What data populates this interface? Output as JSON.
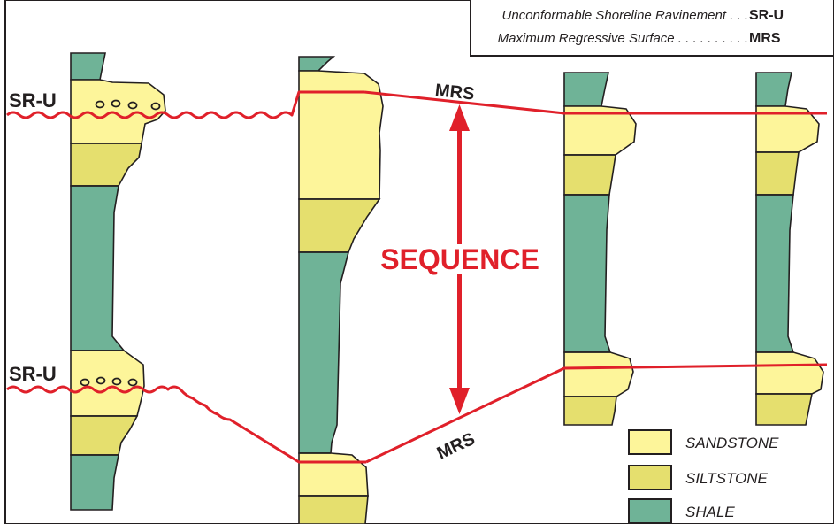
{
  "colors": {
    "sandstone": "#fdf59a",
    "siltstone": "#e5df6e",
    "shale": "#6fb397",
    "surface_line": "#e0202a",
    "outline": "#231f20"
  },
  "legend_top": {
    "row1_name": "Unconformable Shoreline Ravinement . . .",
    "row1_abbr": "SR-U",
    "row2_name": "Maximum Regressive Surface . . . . . . . . . .",
    "row2_abbr": "MRS"
  },
  "labels": {
    "sru_top": "SR-U",
    "sru_bottom": "SR-U",
    "mrs_top": "MRS",
    "mrs_bottom": "MRS",
    "sequence": "SEQUENCE"
  },
  "legend_bottom": {
    "items": [
      {
        "label": "SANDSTONE",
        "color": "#fdf59a"
      },
      {
        "label": "SILTSTONE",
        "color": "#e5df6e"
      },
      {
        "label": "SHALE",
        "color": "#6fb397"
      }
    ]
  }
}
